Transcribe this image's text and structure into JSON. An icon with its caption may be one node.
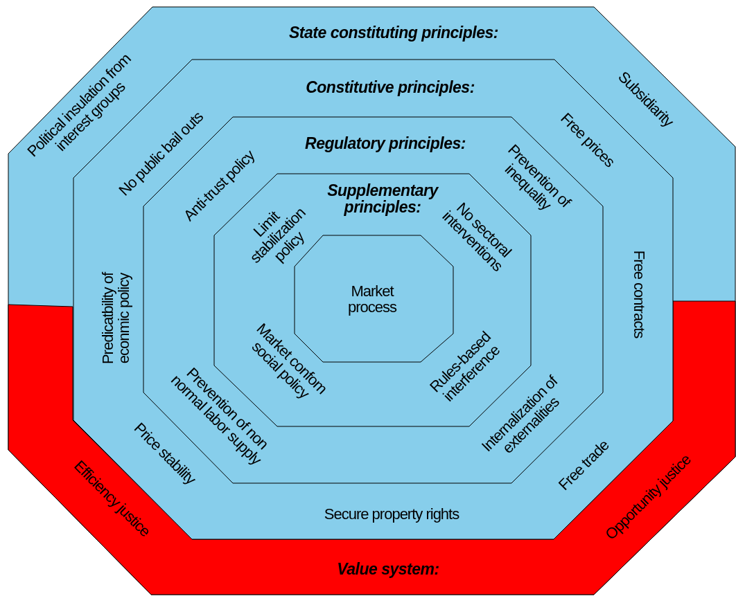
{
  "diagram": {
    "nodes": [
      {
        "text": [
          "State constituting principles:",
          "Political insulation from interest groups",
          "Subsidiarity"
        ]
      },
      {
        "text": [
          "Value system:",
          "Efficiency justice",
          "Opportunity justice"
        ],
        "in": 0
      },
      {
        "text": [
          "Constitutive principles:",
          "No public bail outs",
          "Free prices",
          "Predicatbility of econmic policy",
          "Free contracts",
          "Price stability",
          "Free trade",
          "Secure property rights"
        ],
        "in": 0
      },
      {
        "text": [
          "Regulatory principles:",
          "Anti-trust policy",
          "Prevention of inequality",
          "Prevention of non normal labor supply",
          "Internalization of externalities"
        ],
        "in": 2
      },
      {
        "text": [
          "Supplementary principles:",
          "Limit stabilization policy",
          "No sectoral interventions",
          "Market confom social policy",
          "Rules-based interference"
        ],
        "in": 3
      },
      {
        "text": [
          "Market process"
        ],
        "in": 4
      }
    ]
  }
}
